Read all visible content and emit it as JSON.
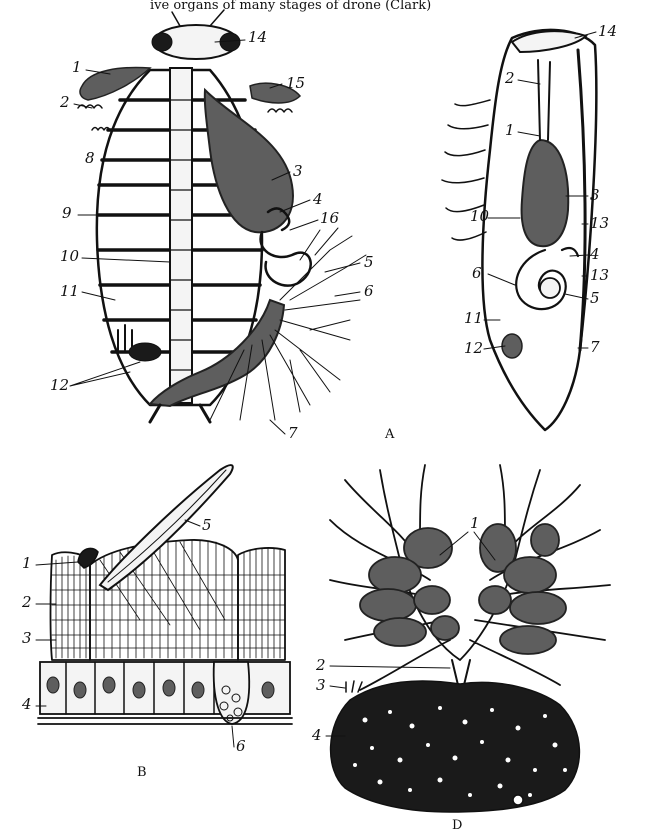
{
  "caption_top": "ive organs of many stages of drone (Clark)",
  "panels": {
    "A": {
      "panel_label": "A",
      "left_labels": [
        "14",
        "1",
        "15",
        "2",
        "8",
        "3",
        "4",
        "9",
        "16",
        "10",
        "5",
        "6",
        "11",
        "12",
        "7"
      ],
      "right_labels": [
        "14",
        "2",
        "1",
        "3",
        "10",
        "13",
        "4",
        "13",
        "6",
        "5",
        "11",
        "12",
        "7"
      ]
    },
    "B": {
      "panel_label": "B",
      "labels": [
        "5",
        "1",
        "2",
        "3",
        "4",
        "6"
      ]
    },
    "D": {
      "panel_label": "D",
      "labels": [
        "1",
        "2",
        "3",
        "4"
      ]
    }
  }
}
